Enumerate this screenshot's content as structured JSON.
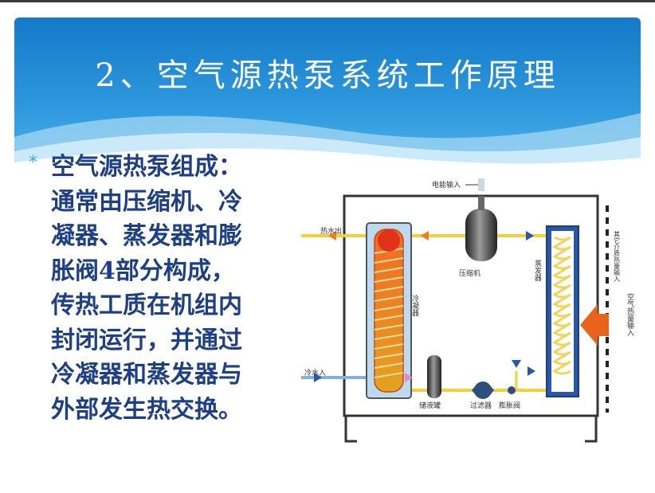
{
  "slide": {
    "title": "2、空气源热泵系统工作原理",
    "bullet_lines": [
      "空气源热泵组成：",
      "通常由压缩机、冷",
      "凝器、蒸发器和膨",
      "胀阀4部分构成，",
      "传热工质在机组内",
      "封闭运行，并通过",
      "冷凝器和蒸发器与",
      "外部发生热交换。"
    ],
    "bullet_symbol": "*"
  },
  "diagram": {
    "labels": {
      "power_input": "电能输入",
      "hot_water_out": "热水出",
      "cold_water_in": "冷水入",
      "compressor": "压缩机",
      "condenser": "冷凝器",
      "evaporator": "蒸发器",
      "receiver": "储液罐",
      "filter": "过滤器",
      "expansion_valve": "膨胀阀",
      "air_heat_input": "空气热量输入",
      "other_media_input": "其它介质热量输入"
    },
    "colors": {
      "hot": "#e8631c",
      "pipe": "#f2cf3c",
      "cold_water": "#7fb3de",
      "frame": "#333333",
      "evaporator_coil": "#f4d35a",
      "heat_arrow": "#e8641c"
    }
  }
}
